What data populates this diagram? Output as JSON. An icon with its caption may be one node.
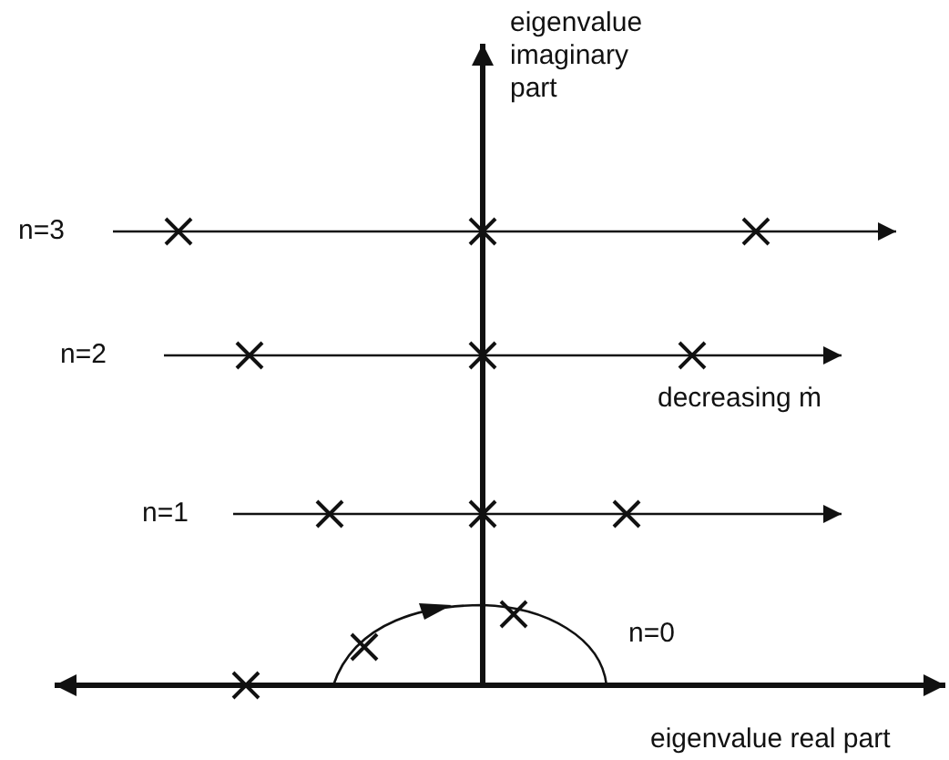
{
  "diagram": {
    "labels": [
      "eigenvalue imaginary part",
      "n=3",
      "n=2",
      "decreasing ṁ",
      "n=1",
      "n=0",
      "eigenvalue real part"
    ]
  }
}
